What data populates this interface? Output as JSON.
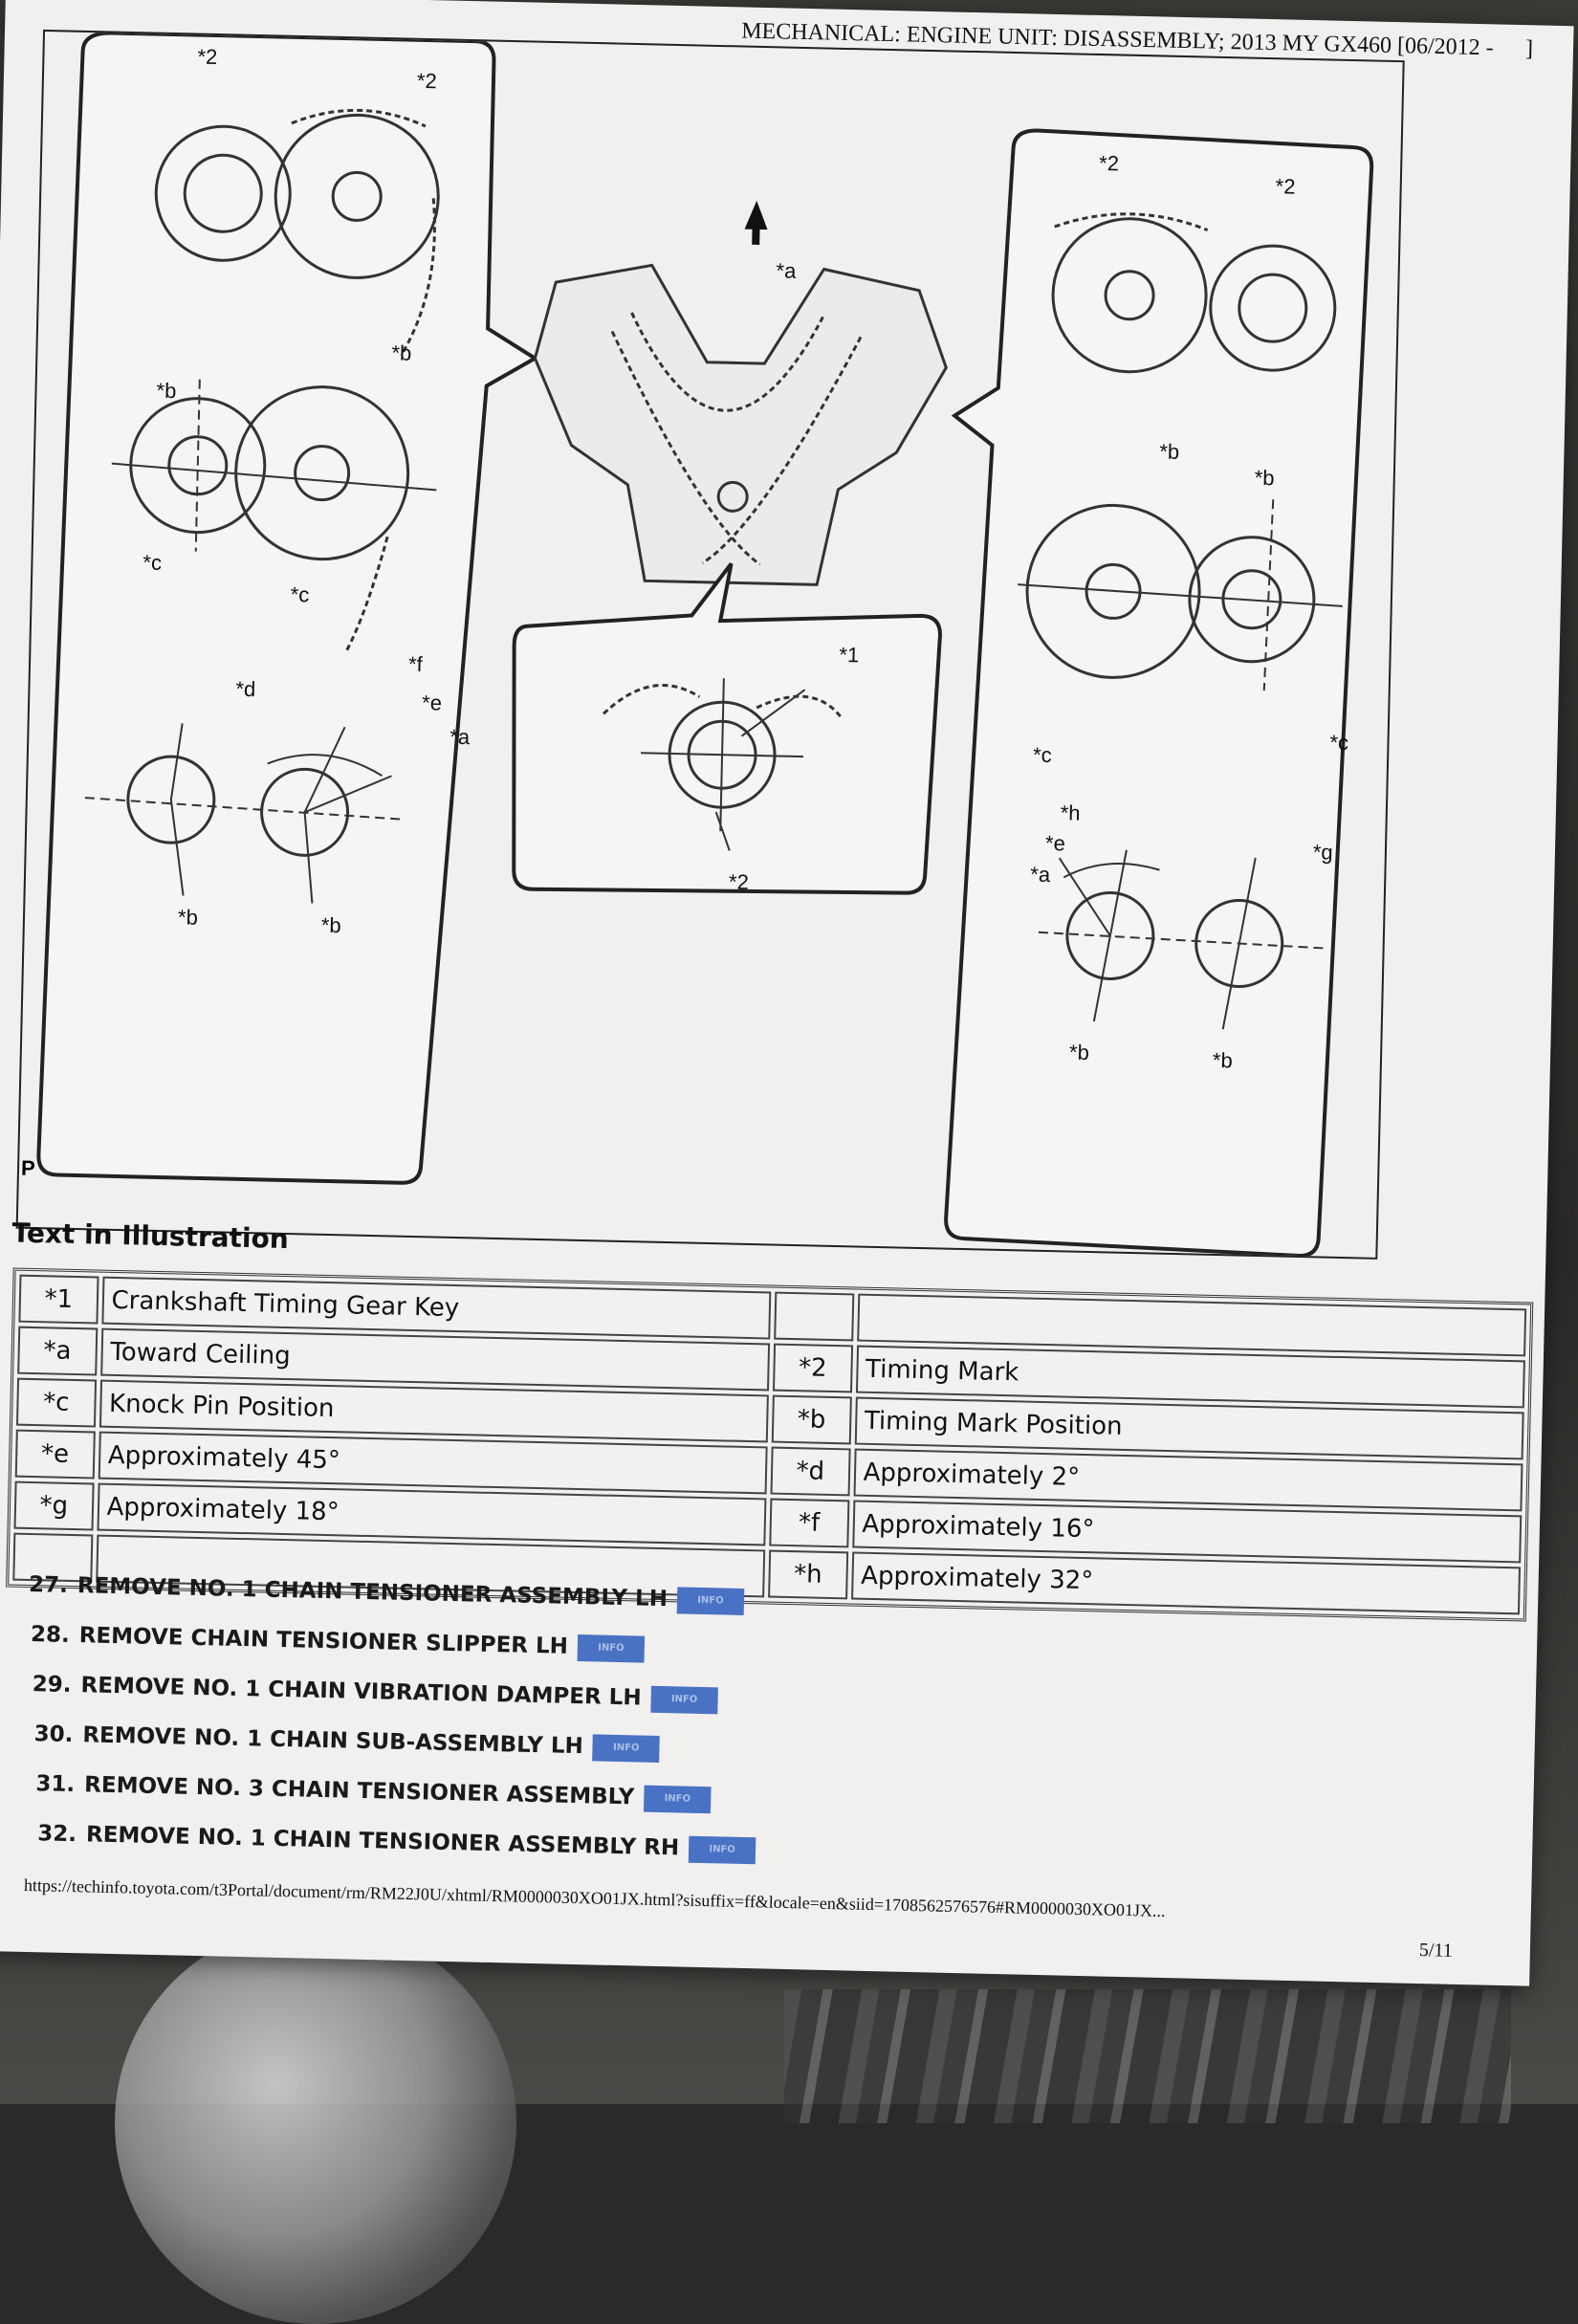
{
  "header": {
    "title": "MECHANICAL: ENGINE UNIT: DISASSEMBLY; 2013 MY GX460 [06/2012 -",
    "bracket": "]"
  },
  "illustration": {
    "callouts": {
      "c1": "*1",
      "c2": "*2",
      "ca": "*a",
      "cb": "*b",
      "cc": "*c",
      "cd": "*d",
      "ce": "*e",
      "cf": "*f",
      "cg": "*g",
      "ch": "*h"
    },
    "fig_code": "P"
  },
  "legend": {
    "heading": "Text in Illustration",
    "rows": [
      {
        "k1": "*1",
        "v1": "Crankshaft Timing Gear Key",
        "k2": "",
        "v2": ""
      },
      {
        "k1": "*a",
        "v1": "Toward Ceiling",
        "k2": "*2",
        "v2": "Timing Mark"
      },
      {
        "k1": "*c",
        "v1": "Knock Pin Position",
        "k2": "*b",
        "v2": "Timing Mark Position"
      },
      {
        "k1": "*e",
        "v1": "Approximately 45°",
        "k2": "*d",
        "v2": "Approximately 2°"
      },
      {
        "k1": "*g",
        "v1": "Approximately 18°",
        "k2": "*f",
        "v2": "Approximately 16°"
      },
      {
        "k1": "",
        "v1": "",
        "k2": "*h",
        "v2": "Approximately 32°"
      }
    ]
  },
  "steps": [
    {
      "num": "27.",
      "text": "REMOVE NO. 1 CHAIN TENSIONER ASSEMBLY LH",
      "badge": "INFO"
    },
    {
      "num": "28.",
      "text": "REMOVE CHAIN TENSIONER SLIPPER LH",
      "badge": "INFO"
    },
    {
      "num": "29.",
      "text": "REMOVE NO. 1 CHAIN VIBRATION DAMPER LH",
      "badge": "INFO"
    },
    {
      "num": "30.",
      "text": "REMOVE NO. 1 CHAIN SUB-ASSEMBLY LH",
      "badge": "INFO"
    },
    {
      "num": "31.",
      "text": "REMOVE NO. 3 CHAIN TENSIONER ASSEMBLY",
      "badge": "INFO"
    },
    {
      "num": "32.",
      "text": "REMOVE NO. 1 CHAIN TENSIONER ASSEMBLY RH",
      "badge": "INFO"
    }
  ],
  "footer": {
    "url": "https://techinfo.toyota.com/t3Portal/document/rm/RM22J0U/xhtml/RM0000030XO01JX.html?sisuffix=ff&locale=en&siid=1708562576576#RM0000030XO01JX...",
    "page": "5/11"
  },
  "colors": {
    "paper": "#f1f0ef",
    "ink": "#111111",
    "info_badge": "#4a72c4"
  }
}
